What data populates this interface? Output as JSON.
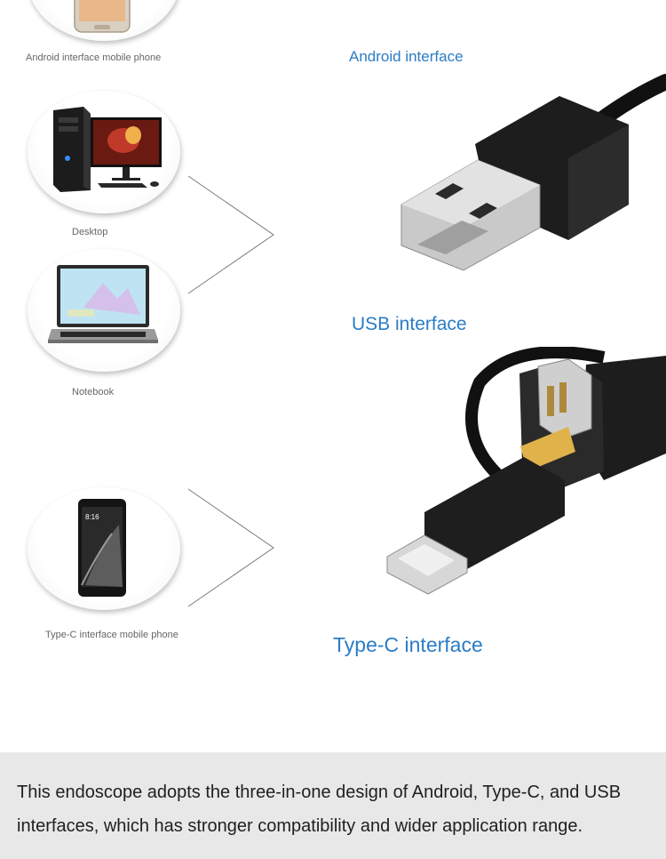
{
  "devices": {
    "android_phone": "Android interface mobile phone",
    "desktop": "Desktop",
    "notebook": "Notebook",
    "typec_phone": "Type-C interface mobile phone"
  },
  "interfaces": {
    "android": "Android interface",
    "usb": "USB interface",
    "typec": "Type-C interface"
  },
  "phone_screen_time": "8:16",
  "description": "This endoscope adopts the three-in-one design of Android, Type-C, and USB interfaces, which has stronger compatibility and wider application range.",
  "colors": {
    "interface_label": "#2b7cc6",
    "footer_bg": "#e8e8e8"
  }
}
